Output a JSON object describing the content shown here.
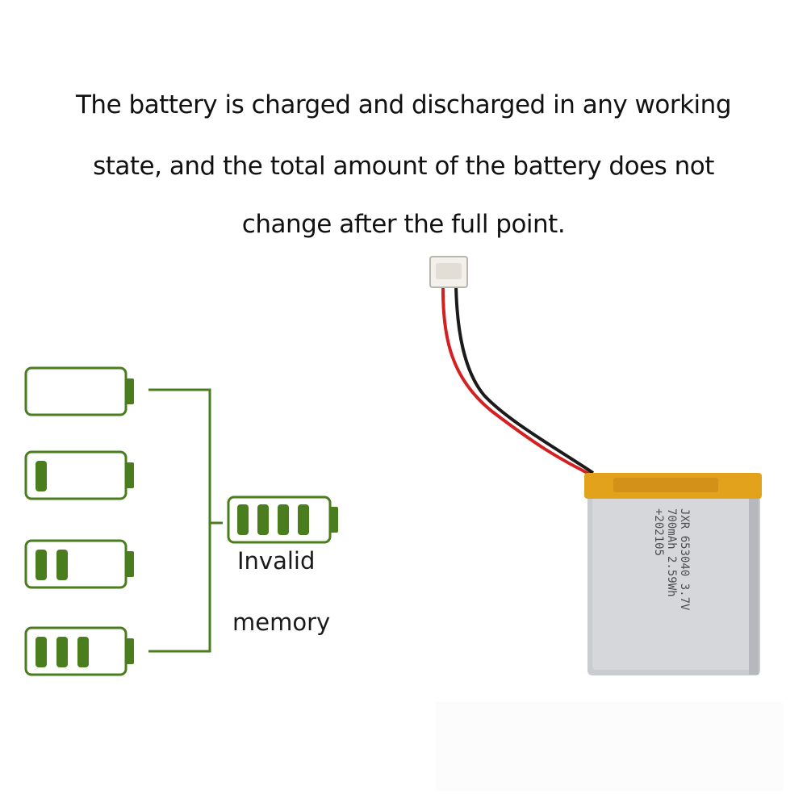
{
  "headline": {
    "line1": "The battery is charged and discharged in any working",
    "line2": "state, and the total amount of the battery does not",
    "line3": "change after the full point."
  },
  "diagram": {
    "caption_line1": "Invalid",
    "caption_line2": "memory",
    "accent_color": "#4a7d1e",
    "states": [
      {
        "fill_bars": 0
      },
      {
        "fill_bars": 1
      },
      {
        "fill_bars": 2
      },
      {
        "fill_bars": 3
      }
    ],
    "result": {
      "fill_bars": 4
    }
  },
  "battery_photo": {
    "label_line1": "JXR 653040 3.7V",
    "label_line2": "700mAh 2.59Wh",
    "label_line3": "+202105",
    "cell_color": "#c9ccd0",
    "tape_color": "#e3a21b",
    "wire_colors": [
      "#d42020",
      "#1b1b1b"
    ]
  }
}
